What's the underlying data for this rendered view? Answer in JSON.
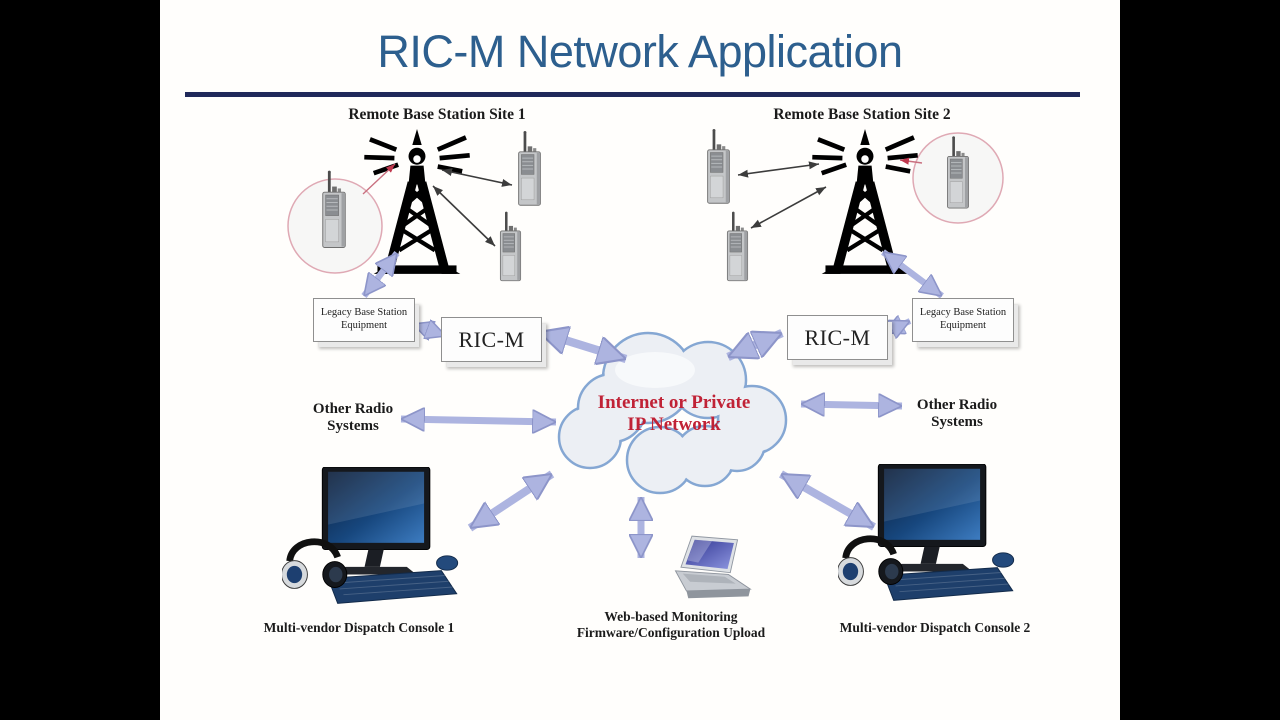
{
  "title": "RIC-M Network Application",
  "sites": {
    "site1": "Remote Base Station Site 1",
    "site2": "Remote Base Station Site 2"
  },
  "boxes": {
    "legacy_line1": "Legacy Base Station",
    "legacy_line2": "Equipment",
    "ricm": "RIC-M"
  },
  "cloud": {
    "line1": "Internet or Private",
    "line2": "IP Network"
  },
  "other_radio": {
    "line1": "Other Radio",
    "line2": "Systems"
  },
  "consoles": {
    "console1": "Multi-vendor Dispatch Console 1",
    "console2": "Multi-vendor Dispatch Console 2"
  },
  "web_monitoring": {
    "line1": "Web-based Monitoring",
    "line2": "Firmware/Configuration Upload"
  },
  "colors": {
    "title_blue": "#2d5f8e",
    "underline_navy": "#20295a",
    "cloud_text_red": "#c02236",
    "arrow_lavender": "#adb4e0",
    "label_black": "#1b1b1b"
  }
}
